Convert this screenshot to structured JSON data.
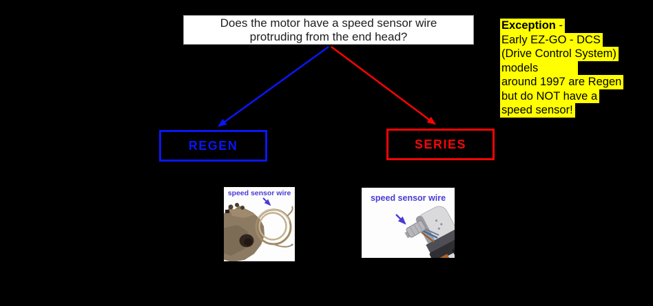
{
  "question_box": {
    "line1": "Does the motor have a speed sensor wire",
    "line2": "protruding from the end head?"
  },
  "branches": {
    "regen": {
      "label": "REGEN"
    },
    "series": {
      "label": "SERIES"
    }
  },
  "exception_note": {
    "title": "Exception",
    "title_suffix": " -",
    "lines": [
      "Early EZ-GO - DCS",
      "(Drive Control System)",
      "models",
      "around 1997 are Regen",
      "but do NOT have a",
      "speed sensor!"
    ]
  },
  "photos": {
    "regen_photo": {
      "caption": "speed sensor wire"
    },
    "series_photo": {
      "caption": "speed sensor wire"
    }
  },
  "colors": {
    "regen_blue": "#0b16f2",
    "series_red": "#f50505",
    "highlight_yellow": "#ffff00",
    "photo_caption_blue": "#4a3bd6",
    "background": "#000000"
  }
}
